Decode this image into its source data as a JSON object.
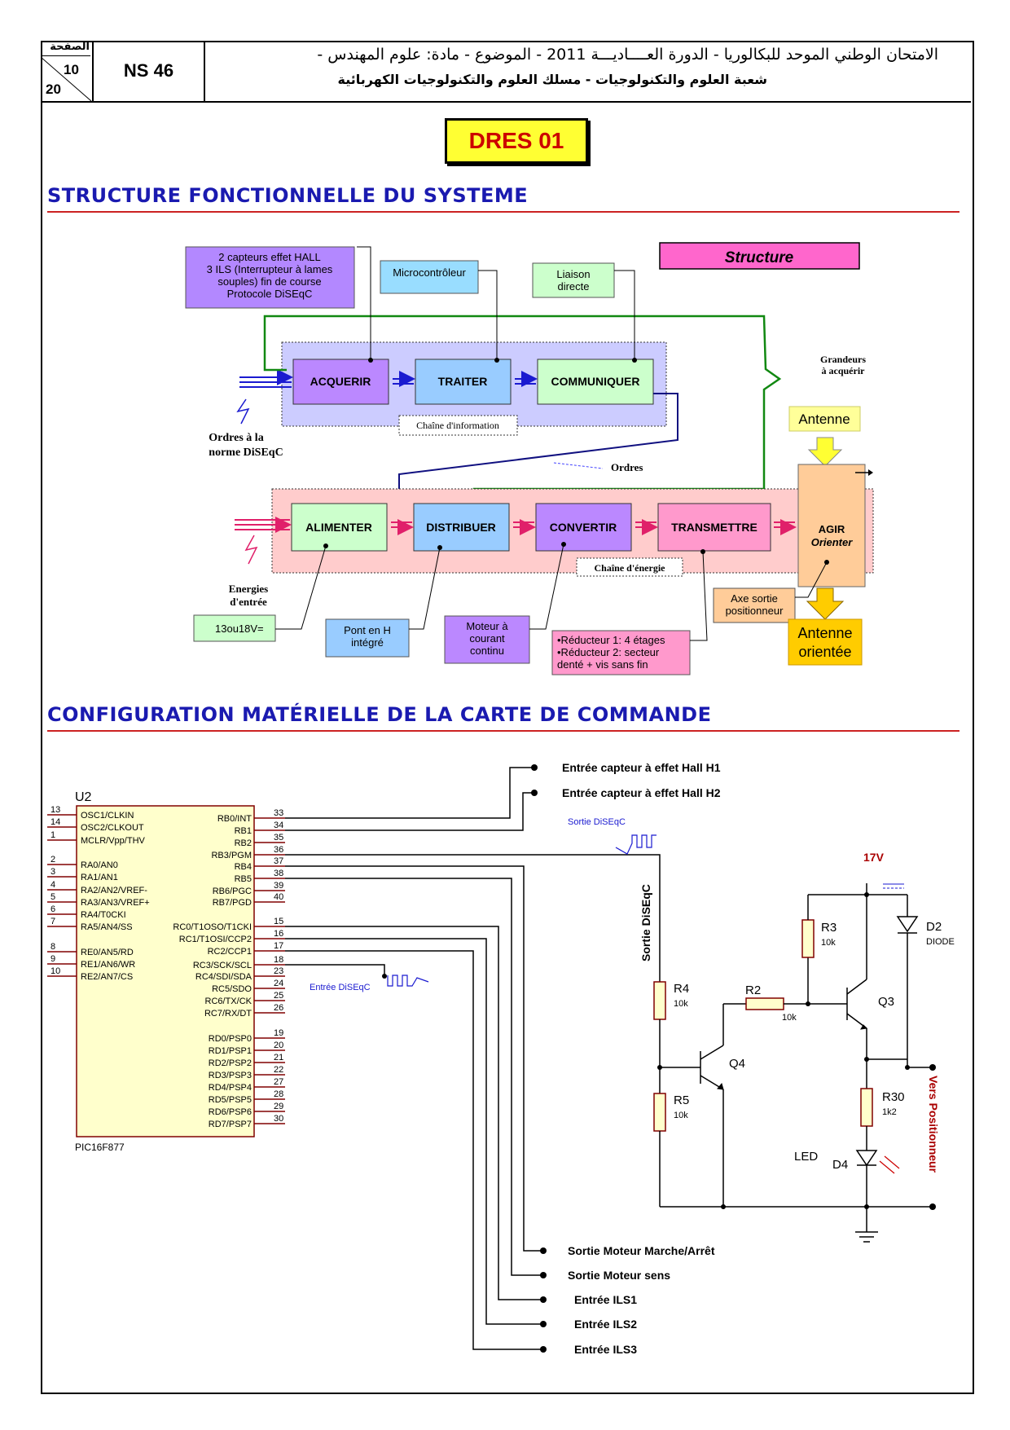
{
  "header": {
    "page_word": "الصفحة",
    "page_num": "10",
    "page_total": "20",
    "code": "NS 46",
    "line1": "الامتحان الوطني الموحد للبكالوريا - الدورة العــــاديـــة 2011 - الموضوع - مادة: علوم المهندس -",
    "line2": "شعبة العلوم والتكنولوجيات -  مسلك العلوم والتكنولوجيات الكهربائية"
  },
  "badge": "DRES 01",
  "section1_title": "STRUCTURE FONCTIONNELLE DU SYSTEME",
  "section2_title": "CONFIGURATION MATÉRIELLE DE LA CARTE DE COMMANDE",
  "structure": {
    "structure_label": "Structure",
    "note_sensors": [
      "2 capteurs effet HALL",
      "3 ILS (Interrupteur à lames",
      "souples)  fin de course",
      "Protocole DiSEqC"
    ],
    "note_micro": "Microcontrôleur",
    "note_liaison": [
      "Liaison",
      "directe"
    ],
    "info_chain": [
      "ACQUERIR",
      "TRAITER",
      "COMMUNIQUER"
    ],
    "info_chain_label": "Chaîne d'information",
    "energy_chain": [
      "ALIMENTER",
      "DISTRIBUER",
      "CONVERTIR",
      "TRANSMETTRE"
    ],
    "energy_chain_label": "Chaîne d'énergie",
    "agir": [
      "AGIR",
      "Orienter"
    ],
    "antenne": "Antenne",
    "antenne_orientee": [
      "Antenne",
      "orientée"
    ],
    "grandeurs": [
      "Grandeurs",
      "à acquérir"
    ],
    "ordres_norme": [
      "Ordres à la",
      "norme DiSEqC"
    ],
    "ordres": "Ordres",
    "energies": [
      "Energies",
      "d'entrée"
    ],
    "note_13v": "13ou18V=",
    "note_pont": [
      "Pont en H",
      "intégré"
    ],
    "note_moteur": [
      "Moteur à",
      "courant",
      "continu"
    ],
    "note_reducteur": [
      "•Réducteur 1: 4 étages",
      "•Réducteur 2:  secteur",
      "denté + vis sans fin"
    ],
    "note_axe": [
      "Axe sortie",
      "positionneur"
    ]
  },
  "schematic": {
    "u2": "U2",
    "chip": "PIC16F877",
    "left_pins": [
      {
        "num": "13",
        "name": "OSC1/CLKIN"
      },
      {
        "num": "14",
        "name": "OSC2/CLKOUT"
      },
      {
        "num": "1",
        "name": "MCLR/Vpp/THV"
      },
      {
        "num": "2",
        "name": "RA0/AN0"
      },
      {
        "num": "3",
        "name": "RA1/AN1"
      },
      {
        "num": "4",
        "name": "RA2/AN2/VREF-"
      },
      {
        "num": "5",
        "name": "RA3/AN3/VREF+"
      },
      {
        "num": "6",
        "name": "RA4/T0CKI"
      },
      {
        "num": "7",
        "name": "RA5/AN4/SS"
      },
      {
        "num": "8",
        "name": "RE0/AN5/RD"
      },
      {
        "num": "9",
        "name": "RE1/AN6/WR"
      },
      {
        "num": "10",
        "name": "RE2/AN7/CS"
      }
    ],
    "right_pins": [
      {
        "num": "33",
        "name": "RB0/INT"
      },
      {
        "num": "34",
        "name": "RB1"
      },
      {
        "num": "35",
        "name": "RB2"
      },
      {
        "num": "36",
        "name": "RB3/PGM"
      },
      {
        "num": "37",
        "name": "RB4"
      },
      {
        "num": "38",
        "name": "RB5"
      },
      {
        "num": "39",
        "name": "RB6/PGC"
      },
      {
        "num": "40",
        "name": "RB7/PGD"
      },
      {
        "num": "15",
        "name": "RC0/T1OSO/T1CKI"
      },
      {
        "num": "16",
        "name": "RC1/T1OSI/CCP2"
      },
      {
        "num": "17",
        "name": "RC2/CCP1"
      },
      {
        "num": "18",
        "name": "RC3/SCK/SCL"
      },
      {
        "num": "23",
        "name": "RC4/SDI/SDA"
      },
      {
        "num": "24",
        "name": "RC5/SDO"
      },
      {
        "num": "25",
        "name": "RC6/TX/CK"
      },
      {
        "num": "26",
        "name": "RC7/RX/DT"
      },
      {
        "num": "19",
        "name": "RD0/PSP0"
      },
      {
        "num": "20",
        "name": "RD1/PSP1"
      },
      {
        "num": "21",
        "name": "RD2/PSP2"
      },
      {
        "num": "22",
        "name": "RD3/PSP3"
      },
      {
        "num": "27",
        "name": "RD4/PSP4"
      },
      {
        "num": "28",
        "name": "RD5/PSP5"
      },
      {
        "num": "29",
        "name": "RD6/PSP6"
      },
      {
        "num": "30",
        "name": "RD7/PSP7"
      }
    ],
    "outputs_top": [
      "Entrée capteur à effet Hall H1",
      "Entrée capteur à effet Hall H2"
    ],
    "outputs_bottom": [
      "Sortie Moteur Marche/Arrêt",
      "Sortie Moteur sens",
      "Entrée ILS1",
      "Entrée ILS2",
      "Entrée ILS3"
    ],
    "sortie_diseqc": "Sortie DiSEqC",
    "entree_diseqc": "Entrée DiSEqC",
    "sortie_diseqc_v": "Sortie DiSEqC",
    "v17": "17V",
    "vers": "Vers Positionneur",
    "r3": "R3",
    "r3v": "10k",
    "r4": "R4",
    "r4v": "10k",
    "r5": "R5",
    "r5v": "10k",
    "r2": "R2",
    "r2v": "10k",
    "r30": "R30",
    "r30v": "1k2",
    "q3": "Q3",
    "q4": "Q4",
    "d2": "D2",
    "d2v": "DIODE",
    "led": "LED",
    "d4": "D4"
  }
}
